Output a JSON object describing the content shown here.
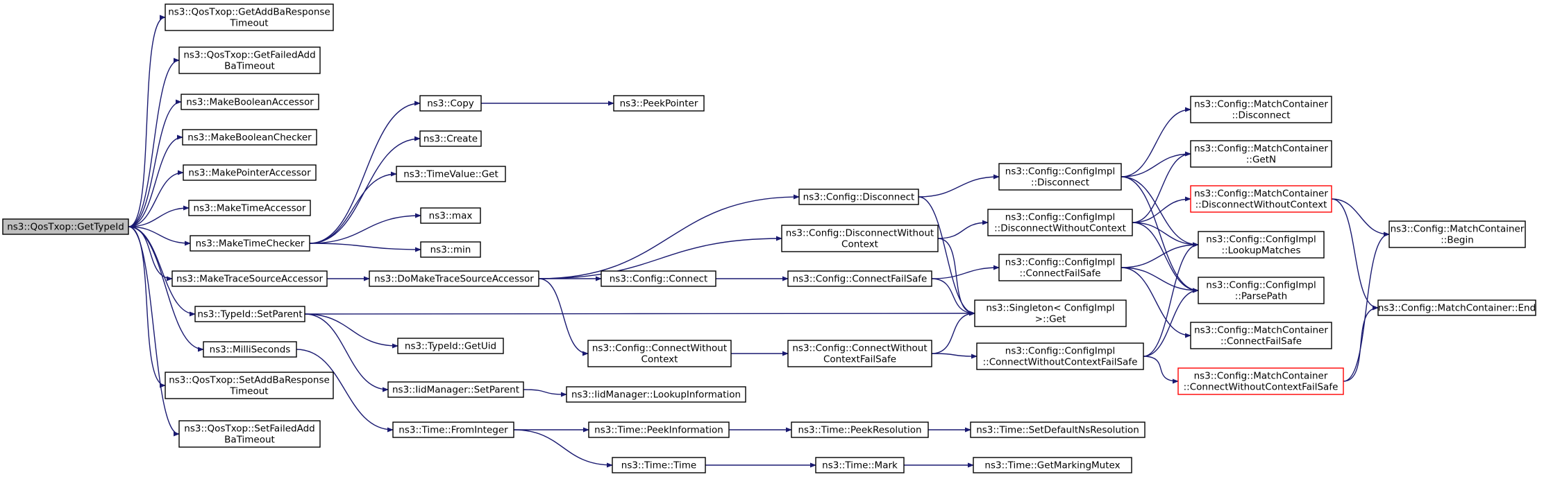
{
  "diagram": {
    "title": "",
    "colors": {
      "edge": "#191970",
      "root_fill": "#bfbfbf",
      "node_border": "#000000",
      "highlight_border": "#ff0000"
    },
    "nodes": [
      {
        "id": "root",
        "lines": [
          "ns3::QosTxop::GetTypeId"
        ],
        "style": "root"
      },
      {
        "id": "getaddbaresp",
        "lines": [
          "ns3::QosTxop::GetAddBaResponse",
          "Timeout"
        ]
      },
      {
        "id": "getfailedaddba",
        "lines": [
          "ns3::QosTxop::GetFailedAdd",
          "BaTimeout"
        ]
      },
      {
        "id": "mkboolacc",
        "lines": [
          "ns3::MakeBooleanAccessor"
        ]
      },
      {
        "id": "mkboolchk",
        "lines": [
          "ns3::MakeBooleanChecker"
        ]
      },
      {
        "id": "mkptracc",
        "lines": [
          "ns3::MakePointerAccessor"
        ]
      },
      {
        "id": "mktimeacc",
        "lines": [
          "ns3::MakeTimeAccessor"
        ]
      },
      {
        "id": "mktimechk",
        "lines": [
          "ns3::MakeTimeChecker"
        ]
      },
      {
        "id": "mktraceacc",
        "lines": [
          "ns3::MakeTraceSourceAccessor"
        ]
      },
      {
        "id": "setparent",
        "lines": [
          "ns3::TypeId::SetParent"
        ]
      },
      {
        "id": "millis",
        "lines": [
          "ns3::MilliSeconds"
        ]
      },
      {
        "id": "setaddbaresp",
        "lines": [
          "ns3::QosTxop::SetAddBaResponse",
          "Timeout"
        ]
      },
      {
        "id": "setfailedaddba",
        "lines": [
          "ns3::QosTxop::SetFailedAdd",
          "BaTimeout"
        ]
      },
      {
        "id": "copy",
        "lines": [
          "ns3::Copy"
        ]
      },
      {
        "id": "peekptr",
        "lines": [
          "ns3::PeekPointer"
        ]
      },
      {
        "id": "create",
        "lines": [
          "ns3::Create"
        ]
      },
      {
        "id": "timevalget",
        "lines": [
          "ns3::TimeValue::Get"
        ]
      },
      {
        "id": "max",
        "lines": [
          "ns3::max"
        ]
      },
      {
        "id": "min",
        "lines": [
          "ns3::min"
        ]
      },
      {
        "id": "domktrace",
        "lines": [
          "ns3::DoMakeTraceSourceAccessor"
        ]
      },
      {
        "id": "getuid",
        "lines": [
          "ns3::TypeId::GetUid"
        ]
      },
      {
        "id": "iidsetparent",
        "lines": [
          "ns3::IidManager::SetParent"
        ]
      },
      {
        "id": "iidlookup",
        "lines": [
          "ns3::IidManager::LookupInformation"
        ]
      },
      {
        "id": "fromint",
        "lines": [
          "ns3::Time::FromInteger"
        ]
      },
      {
        "id": "peekinfo",
        "lines": [
          "ns3::Time::PeekInformation"
        ]
      },
      {
        "id": "peekres",
        "lines": [
          "ns3::Time::PeekResolution"
        ]
      },
      {
        "id": "setdefres",
        "lines": [
          "ns3::Time::SetDefaultNsResolution"
        ]
      },
      {
        "id": "timetime",
        "lines": [
          "ns3::Time::Time"
        ]
      },
      {
        "id": "mark",
        "lines": [
          "ns3::Time::Mark"
        ]
      },
      {
        "id": "markmutex",
        "lines": [
          "ns3::Time::GetMarkingMutex"
        ]
      },
      {
        "id": "cfgdisc",
        "lines": [
          "ns3::Config::Disconnect"
        ]
      },
      {
        "id": "cfgdiscwoc",
        "lines": [
          "ns3::Config::DisconnectWithout",
          "Context"
        ]
      },
      {
        "id": "cfgconnect",
        "lines": [
          "ns3::Config::Connect"
        ]
      },
      {
        "id": "cfgconnwoc",
        "lines": [
          "ns3::Config::ConnectWithout",
          "Context"
        ]
      },
      {
        "id": "cfgconnfs",
        "lines": [
          "ns3::Config::ConnectFailSafe"
        ]
      },
      {
        "id": "cfgconnwocfs",
        "lines": [
          "ns3::Config::ConnectWithout",
          "ContextFailSafe"
        ]
      },
      {
        "id": "implDisc",
        "lines": [
          "ns3::Config::ConfigImpl",
          "::Disconnect"
        ]
      },
      {
        "id": "implDiscWoc",
        "lines": [
          "ns3::Config::ConfigImpl",
          "::DisconnectWithoutContext"
        ]
      },
      {
        "id": "implConnFs",
        "lines": [
          "ns3::Config::ConfigImpl",
          "::ConnectFailSafe"
        ]
      },
      {
        "id": "implConnWocFs",
        "lines": [
          "ns3::Config::ConfigImpl",
          "::ConnectWithoutContextFailSafe"
        ]
      },
      {
        "id": "singleton",
        "lines": [
          "ns3::Singleton< ConfigImpl",
          ">::Get"
        ]
      },
      {
        "id": "mcDisc",
        "lines": [
          "ns3::Config::MatchContainer",
          "::Disconnect"
        ]
      },
      {
        "id": "mcGetN",
        "lines": [
          "ns3::Config::MatchContainer",
          "::GetN"
        ]
      },
      {
        "id": "mcDiscWoc",
        "lines": [
          "ns3::Config::MatchContainer",
          "::DisconnectWithoutContext"
        ],
        "style": "highlight"
      },
      {
        "id": "lookup",
        "lines": [
          "ns3::Config::ConfigImpl",
          "::LookupMatches"
        ]
      },
      {
        "id": "parsepath",
        "lines": [
          "ns3::Config::ConfigImpl",
          "::ParsePath"
        ]
      },
      {
        "id": "mcConnFs",
        "lines": [
          "ns3::Config::MatchContainer",
          "::ConnectFailSafe"
        ]
      },
      {
        "id": "mcConnWocFs",
        "lines": [
          "ns3::Config::MatchContainer",
          "::ConnectWithoutContextFailSafe"
        ],
        "style": "highlight"
      },
      {
        "id": "mcBegin",
        "lines": [
          "ns3::Config::MatchContainer",
          "::Begin"
        ]
      },
      {
        "id": "mcEnd",
        "lines": [
          "ns3::Config::MatchContainer::End"
        ]
      }
    ],
    "edges": [
      [
        "root",
        "getaddbaresp"
      ],
      [
        "root",
        "getfailedaddba"
      ],
      [
        "root",
        "mkboolacc"
      ],
      [
        "root",
        "mkboolchk"
      ],
      [
        "root",
        "mkptracc"
      ],
      [
        "root",
        "mktimeacc"
      ],
      [
        "root",
        "mktimechk"
      ],
      [
        "root",
        "mktraceacc"
      ],
      [
        "root",
        "setparent"
      ],
      [
        "root",
        "millis"
      ],
      [
        "root",
        "setaddbaresp"
      ],
      [
        "root",
        "setfailedaddba"
      ],
      [
        "mktimechk",
        "copy"
      ],
      [
        "mktimechk",
        "create"
      ],
      [
        "mktimechk",
        "timevalget"
      ],
      [
        "mktimechk",
        "max"
      ],
      [
        "mktimechk",
        "min"
      ],
      [
        "copy",
        "peekptr"
      ],
      [
        "mktraceacc",
        "domktrace"
      ],
      [
        "domktrace",
        "cfgdisc"
      ],
      [
        "domktrace",
        "cfgdiscwoc"
      ],
      [
        "domktrace",
        "cfgconnect"
      ],
      [
        "domktrace",
        "cfgconnwoc"
      ],
      [
        "setparent",
        "getuid"
      ],
      [
        "setparent",
        "iidsetparent"
      ],
      [
        "setparent",
        "singleton"
      ],
      [
        "iidsetparent",
        "iidlookup"
      ],
      [
        "millis",
        "fromint"
      ],
      [
        "fromint",
        "peekinfo"
      ],
      [
        "fromint",
        "timetime"
      ],
      [
        "peekinfo",
        "peekres"
      ],
      [
        "peekres",
        "setdefres"
      ],
      [
        "timetime",
        "mark"
      ],
      [
        "mark",
        "markmutex"
      ],
      [
        "cfgdisc",
        "implDisc"
      ],
      [
        "cfgdisc",
        "singleton"
      ],
      [
        "cfgdiscwoc",
        "implDiscWoc"
      ],
      [
        "cfgdiscwoc",
        "singleton"
      ],
      [
        "cfgconnect",
        "cfgconnfs"
      ],
      [
        "cfgconnfs",
        "implConnFs"
      ],
      [
        "cfgconnfs",
        "singleton"
      ],
      [
        "cfgconnwoc",
        "cfgconnwocfs"
      ],
      [
        "cfgconnwocfs",
        "implConnWocFs"
      ],
      [
        "cfgconnwocfs",
        "singleton"
      ],
      [
        "implDisc",
        "mcDisc"
      ],
      [
        "implDisc",
        "mcGetN"
      ],
      [
        "implDisc",
        "lookup"
      ],
      [
        "implDisc",
        "parsepath"
      ],
      [
        "implDiscWoc",
        "mcGetN"
      ],
      [
        "implDiscWoc",
        "mcDiscWoc"
      ],
      [
        "implDiscWoc",
        "lookup"
      ],
      [
        "implDiscWoc",
        "parsepath"
      ],
      [
        "implConnFs",
        "lookup"
      ],
      [
        "implConnFs",
        "parsepath"
      ],
      [
        "implConnFs",
        "mcConnFs"
      ],
      [
        "implConnWocFs",
        "lookup"
      ],
      [
        "implConnWocFs",
        "parsepath"
      ],
      [
        "implConnWocFs",
        "mcConnWocFs"
      ],
      [
        "mcDiscWoc",
        "mcBegin"
      ],
      [
        "mcDiscWoc",
        "mcEnd"
      ],
      [
        "mcConnWocFs",
        "mcBegin"
      ],
      [
        "mcConnWocFs",
        "mcEnd"
      ]
    ]
  }
}
